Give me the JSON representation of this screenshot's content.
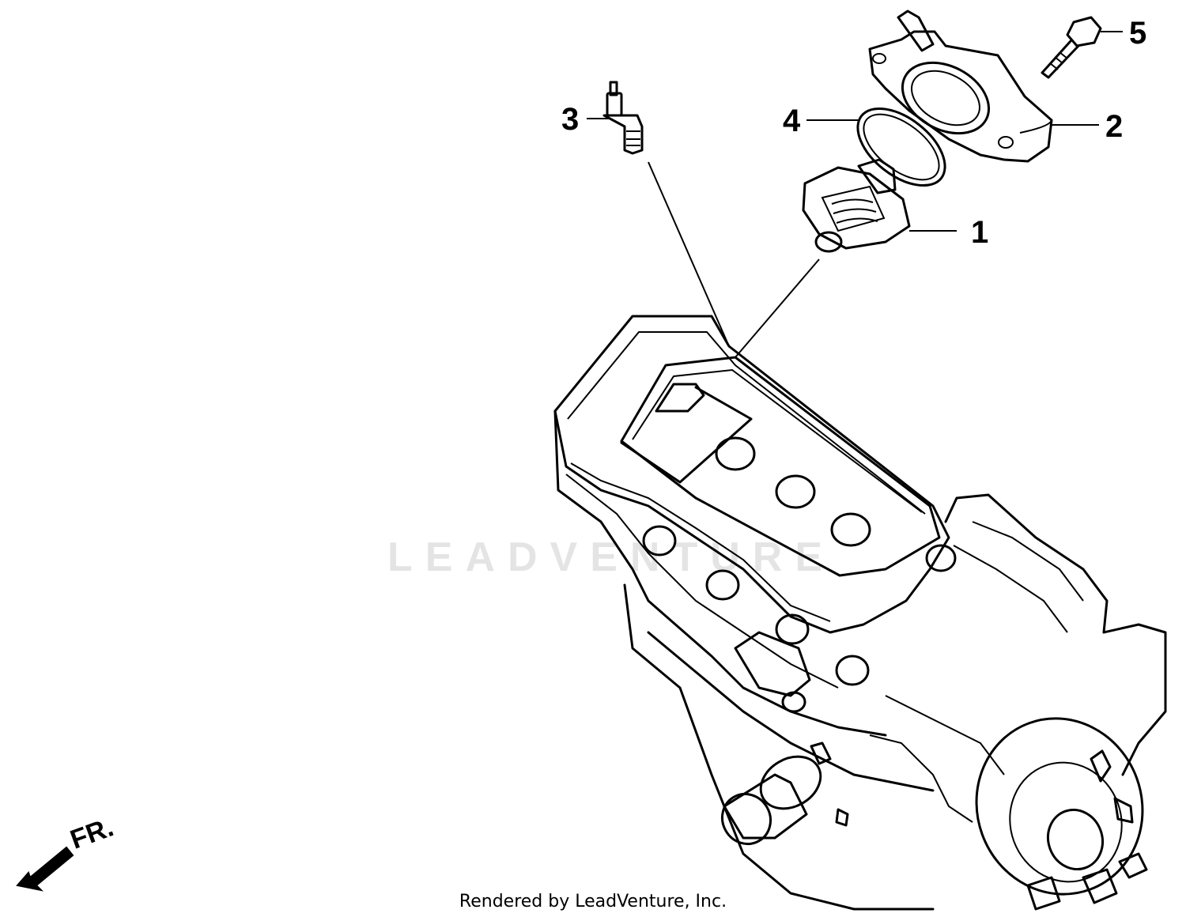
{
  "diagram": {
    "callouts": [
      {
        "id": "1",
        "label": "1"
      },
      {
        "id": "2",
        "label": "2"
      },
      {
        "id": "3",
        "label": "3"
      },
      {
        "id": "4",
        "label": "4"
      },
      {
        "id": "5",
        "label": "5"
      }
    ],
    "front_indicator": "FR.",
    "watermark": "LEADVENTURE",
    "footer": "Rendered by LeadVenture, Inc."
  }
}
